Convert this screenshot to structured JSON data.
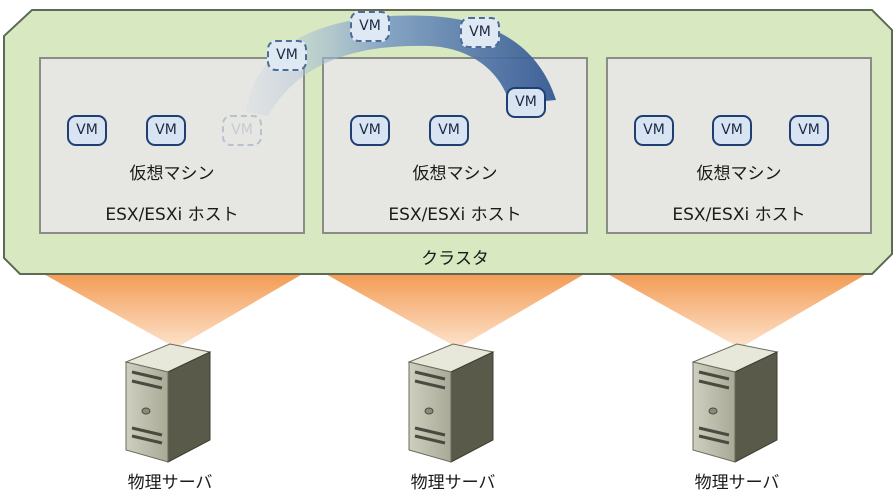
{
  "cluster": {
    "label": "クラスタ"
  },
  "vm_label": "VM",
  "hosts": [
    {
      "vm_text": "仮想マシン",
      "host_text": "ESX/ESXi ホスト"
    },
    {
      "vm_text": "仮想マシン",
      "host_text": "ESX/ESXi ホスト"
    },
    {
      "vm_text": "仮想マシン",
      "host_text": "ESX/ESXi ホスト"
    }
  ],
  "servers": [
    {
      "label": "物理サーバ"
    },
    {
      "label": "物理サーバ"
    },
    {
      "label": "物理サーバ"
    }
  ],
  "colors": {
    "cluster_fill": "#d8e8c1",
    "host_fill": "#e6e6e2",
    "vm_border": "#1f3f73",
    "vm_fill": "#d9e4f2",
    "migration_arc": "#3a5f95",
    "projection": "#f4a05c"
  }
}
